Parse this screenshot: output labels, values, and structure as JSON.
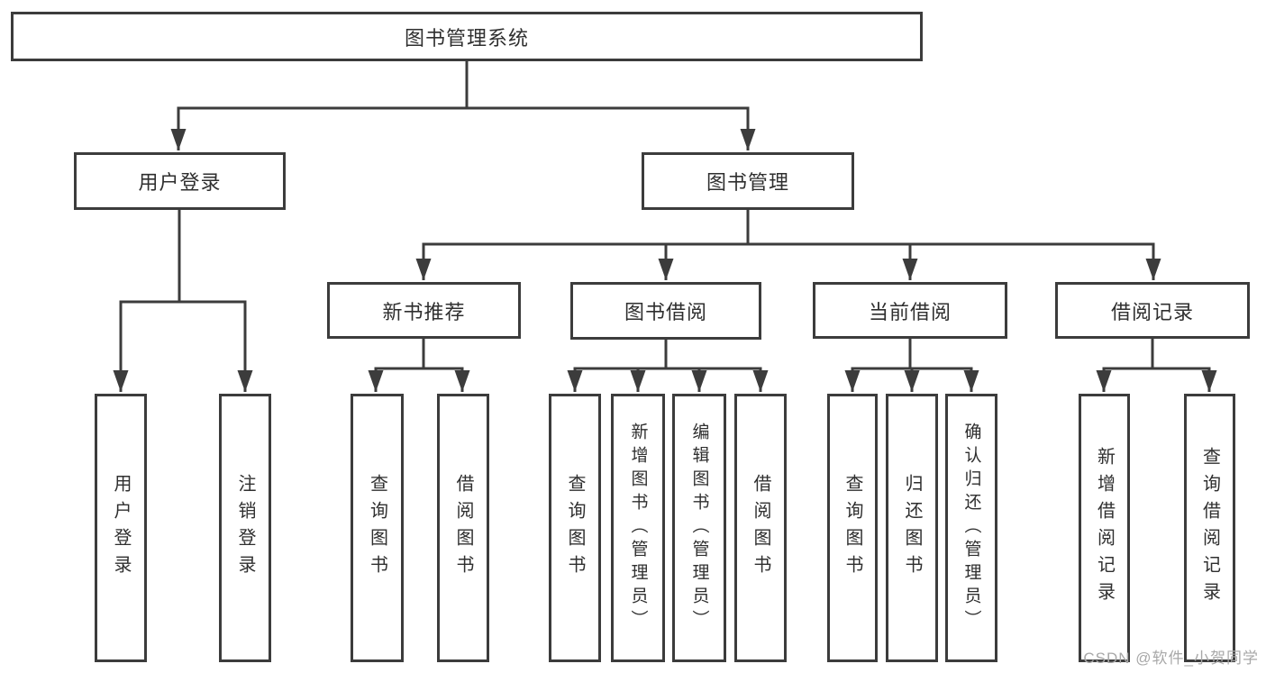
{
  "root": {
    "label": "图书管理系统"
  },
  "user_login": {
    "label": "用户登录",
    "children": [
      "用户登录",
      "注销登录"
    ]
  },
  "book_mgmt": {
    "label": "图书管理",
    "sections": {
      "new_book": {
        "label": "新书推荐",
        "children": [
          "查询图书",
          "借阅图书"
        ]
      },
      "borrow": {
        "label": "图书借阅",
        "children": [
          "查询图书",
          "新增图书（管理员）",
          "编辑图书（管理员）",
          "借阅图书"
        ]
      },
      "current": {
        "label": "当前借阅",
        "children": [
          "查询图书",
          "归还图书",
          "确认归还（管理员）"
        ]
      },
      "record": {
        "label": "借阅记录",
        "children": [
          "新增借阅记录",
          "查询借阅记录"
        ]
      }
    }
  },
  "watermark": "CSDN @软件_小贺同学",
  "colors": {
    "line": "#3c3c3c",
    "text": "#2f2f2f",
    "watermark": "#a8a8a8"
  }
}
